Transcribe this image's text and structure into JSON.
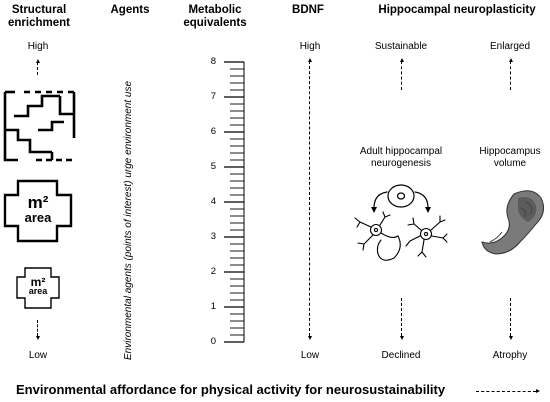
{
  "headers": {
    "structural": "Structural enrichment",
    "agents": "Agents",
    "metabolic": "Metabolic equivalents",
    "bdnf": "BDNF",
    "neuroplasticity": "Hippocampal neuroplasticity"
  },
  "structural": {
    "high": "High",
    "low": "Low",
    "large_area_unit": "m²",
    "large_area_word": "area",
    "small_area_unit": "m²",
    "small_area_word": "area"
  },
  "agents_text": "Environmental agents (points of interest) urge environment use",
  "met_scale": {
    "min": 0,
    "max": 8,
    "labels": [
      "0",
      "1",
      "2",
      "3",
      "4",
      "5",
      "6",
      "7",
      "8"
    ],
    "minor_per_unit": 5
  },
  "bdnf": {
    "high": "High",
    "low": "Low"
  },
  "neurogenesis": {
    "top": "Sustainable",
    "bottom": "Declined",
    "title": "Adult hippocampal neurogenesis"
  },
  "volume": {
    "top": "Enlarged",
    "bottom": "Atrophy",
    "title": "Hippocampus volume"
  },
  "footer": "Environmental affordance for physical activity for neurosustainability",
  "colors": {
    "hippocampus_fill": "#7a7a7a",
    "hippocampus_dark": "#5c5c5c"
  }
}
